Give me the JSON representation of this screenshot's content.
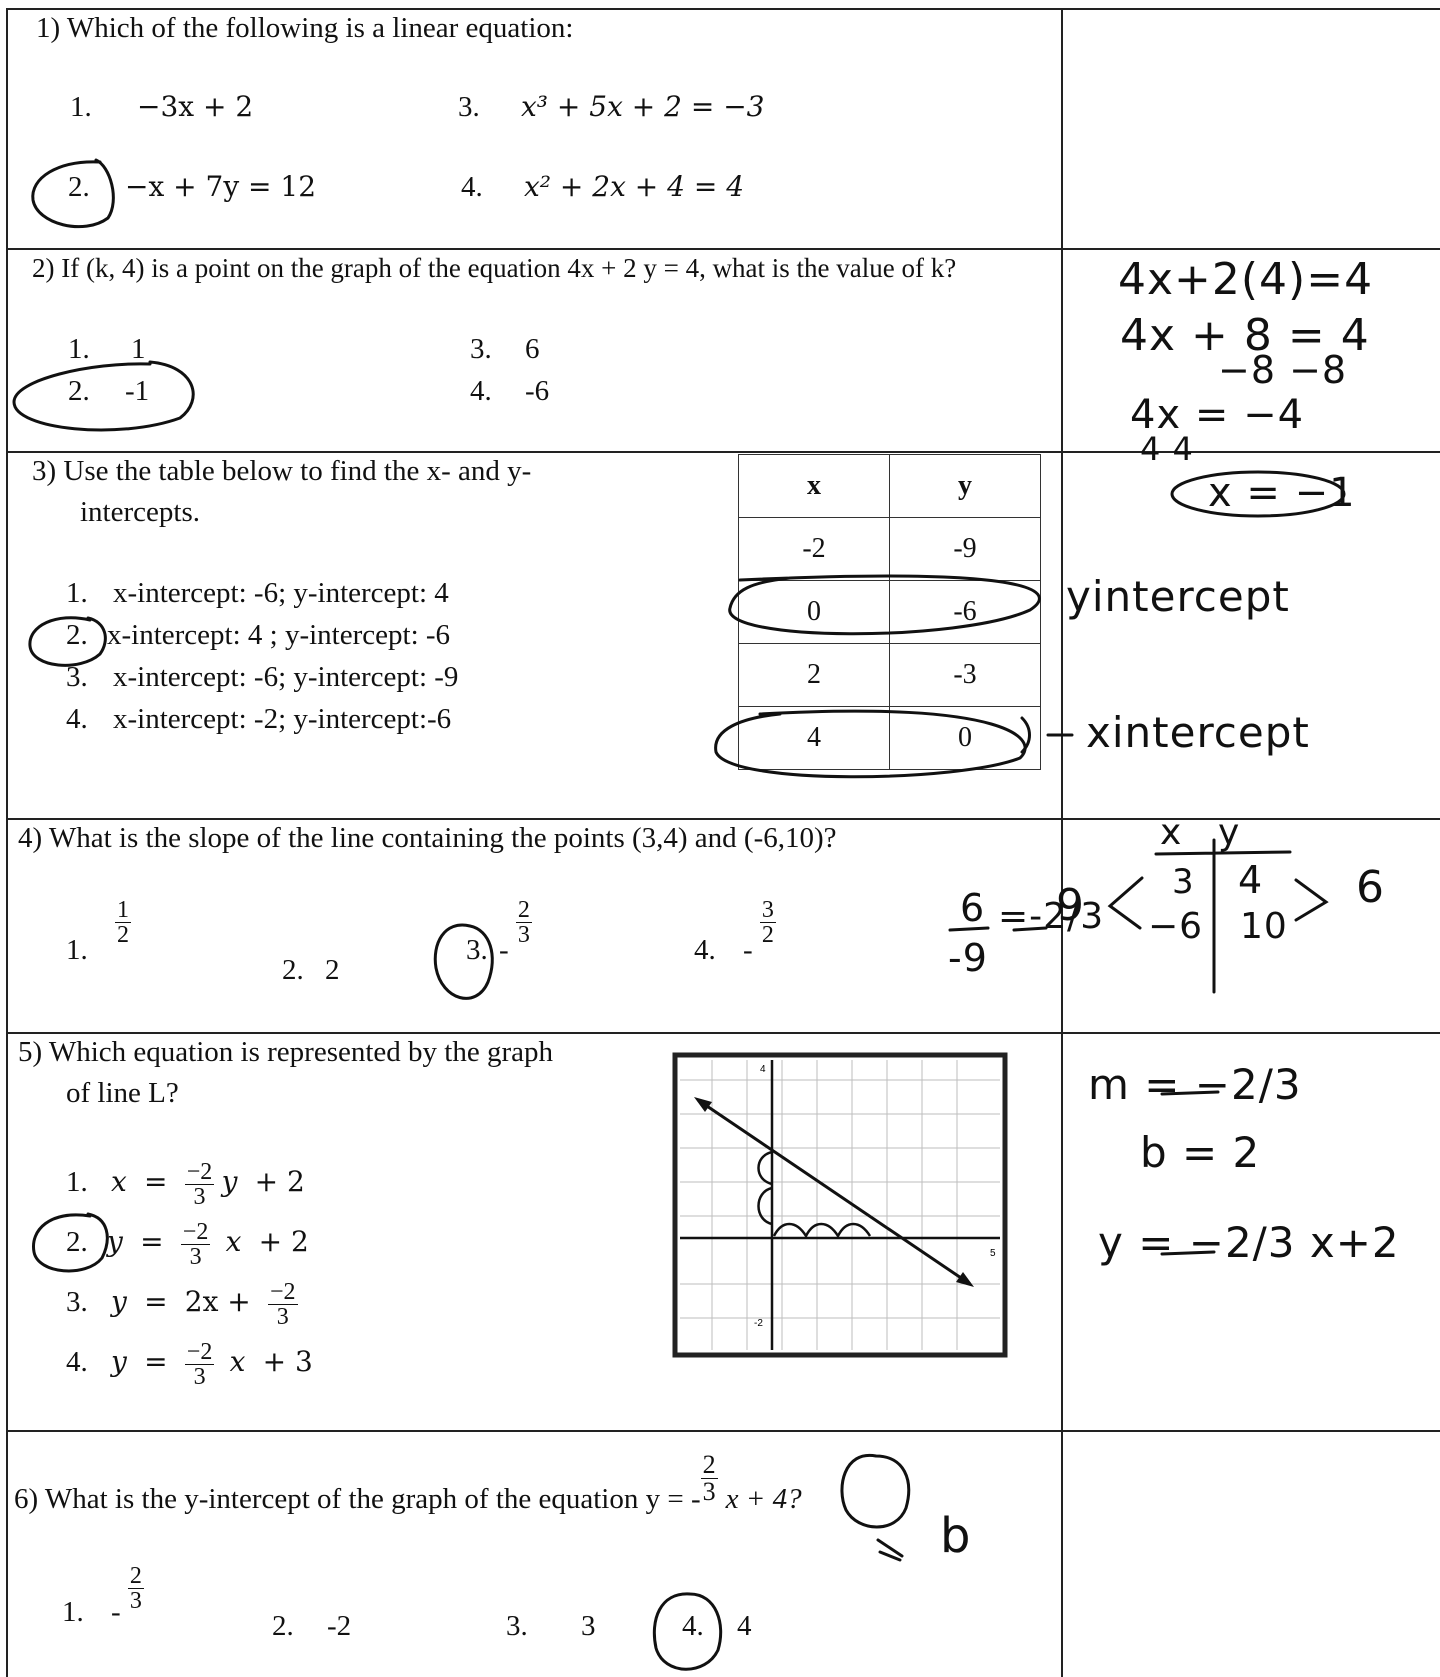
{
  "q1": {
    "question": "1)   Which of the following is a linear equation:",
    "choices": [
      {
        "num": "1.",
        "text": "−3x + 2"
      },
      {
        "num": "2.",
        "text": "−x + 7y = 12"
      },
      {
        "num": "3.",
        "text": "x³ + 5x + 2 = −3"
      },
      {
        "num": "4.",
        "text": "x² + 2x + 4 = 4"
      }
    ]
  },
  "q2": {
    "question": "2)   If (k, 4) is a point on the graph of the equation 4x + 2 y = 4, what is the value of k?",
    "choices": [
      {
        "num": "1.",
        "text": "1"
      },
      {
        "num": "2.",
        "text": "-1"
      },
      {
        "num": "3.",
        "text": "6"
      },
      {
        "num": "4.",
        "text": "-6"
      }
    ],
    "work": [
      "4x+2(4)=4",
      "4x + 8 = 4",
      "−8   −8",
      "4x = −4",
      "4       4",
      "x = −1"
    ]
  },
  "q3": {
    "question_line1": "3)   Use the table below to find the x- and y-",
    "question_line2": "intercepts.",
    "choices": [
      {
        "num": "1.",
        "text": "x-intercept: -6; y-intercept: 4"
      },
      {
        "num": "2.",
        "text": "x-intercept: 4 ; y-intercept: -6"
      },
      {
        "num": "3.",
        "text": "x-intercept: -6; y-intercept: -9"
      },
      {
        "num": "4.",
        "text": "x-intercept: -2;  y-intercept:-6"
      }
    ],
    "table": {
      "headers": [
        "x",
        "y"
      ],
      "rows": [
        [
          "-2",
          "-9"
        ],
        [
          "0",
          "-6"
        ],
        [
          "2",
          "-3"
        ],
        [
          "4",
          "0"
        ]
      ]
    },
    "notes": {
      "y_intercept": "yintercept",
      "x_intercept": "xintercept"
    }
  },
  "q4": {
    "question": "4)   What is the slope of the line containing the points (3,4) and (-6,10)?",
    "choices": [
      {
        "num": "1.",
        "sign": "",
        "n": "1",
        "d": "2",
        "text": ""
      },
      {
        "num": "2.",
        "sign": "",
        "n": "",
        "d": "",
        "text": "2"
      },
      {
        "num": "3.",
        "sign": "-",
        "n": "2",
        "d": "3",
        "text": ""
      },
      {
        "num": "4.",
        "sign": "-",
        "n": "3",
        "d": "2",
        "text": ""
      }
    ],
    "work": {
      "head_x": "x",
      "head_y": "y",
      "x1": "3",
      "y1": "4",
      "x2": "−6",
      "y2": "10",
      "dy": "6",
      "dx": "-9",
      "result": "=-2/3",
      "side_left": "9",
      "side_right": "6"
    }
  },
  "q5": {
    "question_line1": "5)   Which equation is represented by the graph",
    "question_line2": "of line L?",
    "choices": [
      {
        "num": "1.",
        "lhs": "x",
        "coef_n": "−2",
        "coef_d": "3",
        "var": "y",
        "tail": "+ 2"
      },
      {
        "num": "2.",
        "lhs": "y",
        "coef_n": "−2",
        "coef_d": "3",
        "var": "x",
        "tail": "+ 2"
      },
      {
        "num": "3.",
        "lhs": "y",
        "pre": "2x +",
        "coef_n": "−2",
        "coef_d": "3",
        "var": "",
        "tail": ""
      },
      {
        "num": "4.",
        "lhs": "y",
        "coef_n": "−2",
        "coef_d": "3",
        "var": "x",
        "tail": "+ 3"
      }
    ],
    "graph": {
      "y_top_label": "4",
      "y_bottom_label": "-2",
      "x_right_label": "5"
    },
    "work": [
      "m = −2/3",
      "b = 2",
      "y = −2/3 x+2"
    ]
  },
  "q6": {
    "question": "6)   What is the y-intercept of the graph of the equation y = -",
    "question_tail": "x + 4?",
    "frac_n": "2",
    "frac_d": "3",
    "choices": [
      {
        "num": "1.",
        "sign": "-",
        "n": "2",
        "d": "3",
        "text": ""
      },
      {
        "num": "2.",
        "text": "-2"
      },
      {
        "num": "3.",
        "text": "3"
      },
      {
        "num": "4.",
        "text": "4"
      }
    ],
    "note": "b"
  }
}
